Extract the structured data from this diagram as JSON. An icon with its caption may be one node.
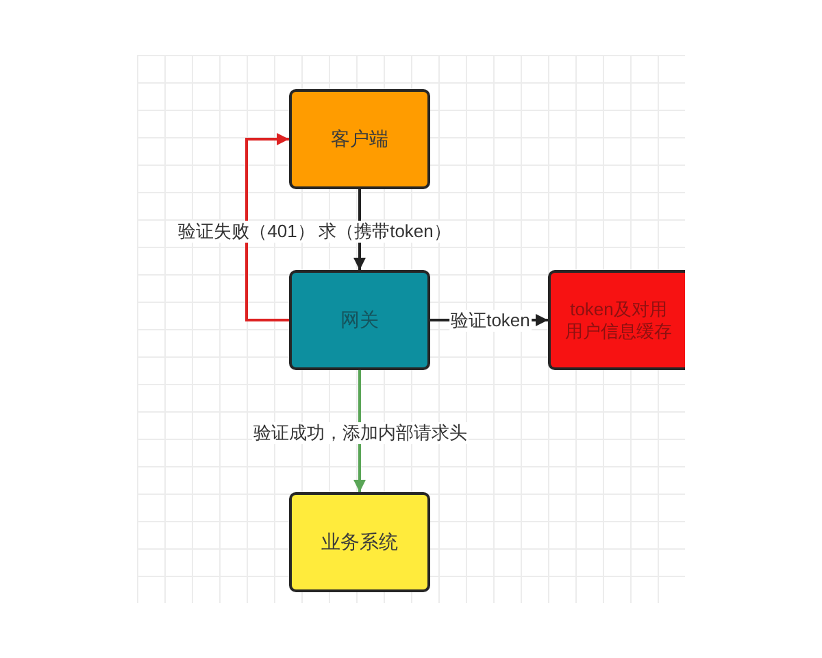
{
  "diagram": {
    "nodes": [
      {
        "text": [
          "客户端"
        ]
      },
      {
        "text": [
          "网关"
        ]
      },
      {
        "text": [
          "token及对用用户信息缓存"
        ]
      },
      {
        "text": [
          "业务系统"
        ]
      }
    ],
    "edges": [
      {
        "from": 0,
        "to": 1,
        "arrow": "to",
        "label": "求（携带token）"
      },
      {
        "from": 1,
        "to": 0,
        "arrow": "to",
        "label": "验证失败（401）",
        "color": "#dd2222"
      },
      {
        "from": 1,
        "to": 2,
        "arrow": "to",
        "label": "验证token"
      },
      {
        "from": 1,
        "to": 3,
        "arrow": "to",
        "label": "验证成功，添加内部请求头",
        "color": "#5aa557"
      }
    ]
  }
}
